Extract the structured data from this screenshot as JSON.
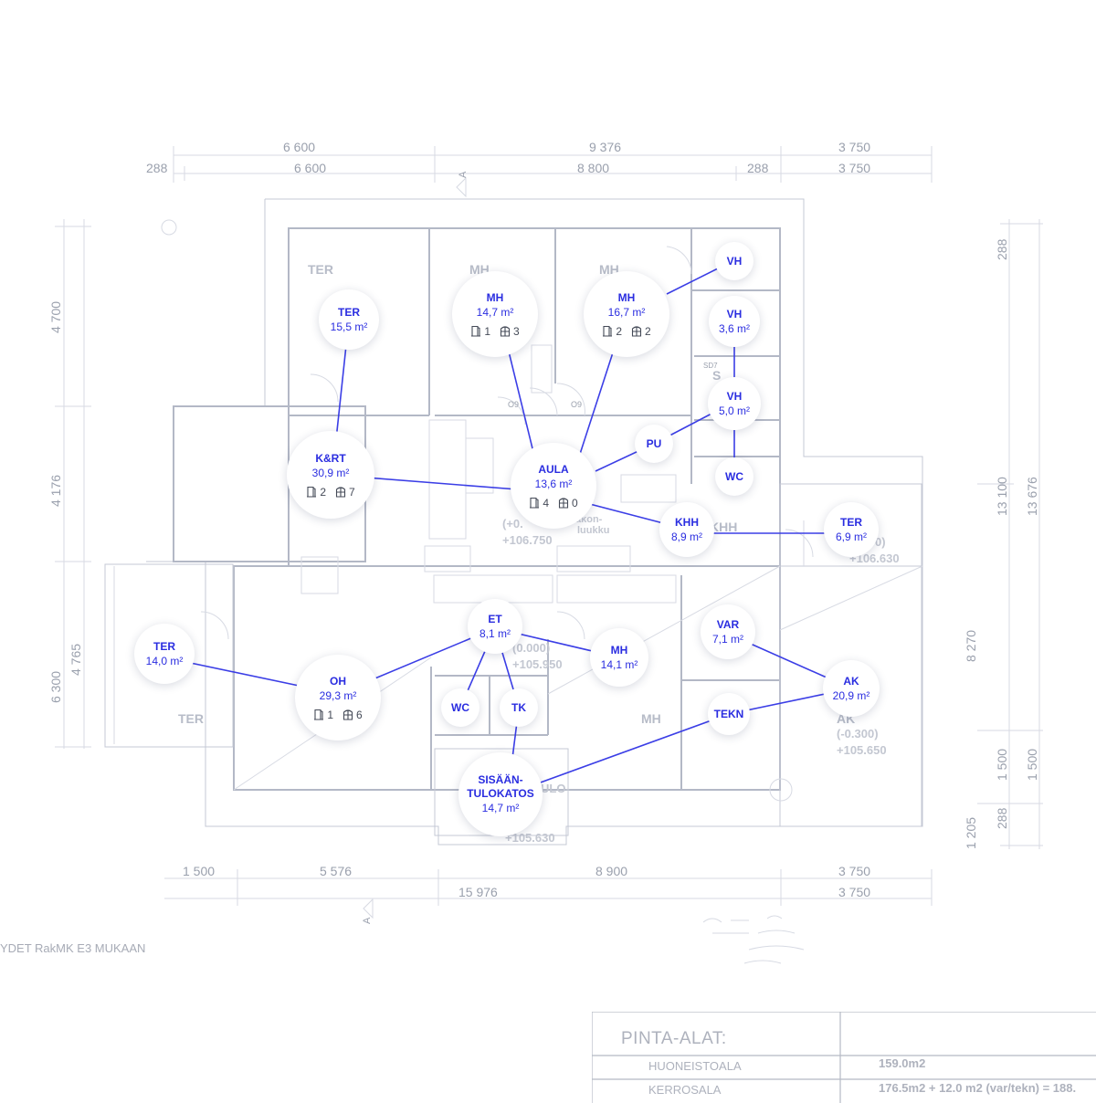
{
  "dimensions_top": {
    "row1": [
      "6 600",
      "9 376",
      "3 750"
    ],
    "row2": [
      "288",
      "6 600",
      "8 800",
      "288",
      "3 750"
    ]
  },
  "dimensions_bottom": {
    "row1": [
      "1 500",
      "5 576",
      "8 900",
      "3 750"
    ],
    "row2": [
      "15 976",
      "3 750"
    ]
  },
  "dimensions_left": [
    "4 700",
    "4 176",
    "4 765",
    "6 300"
  ],
  "dimensions_right": [
    "288",
    "13 100",
    "13 676",
    "8 270",
    "1 500",
    "1 500",
    "1 205",
    "288"
  ],
  "section_mark": "A",
  "plan_labels": {
    "ter_top": "TER",
    "mh1": "MH",
    "mh2": "MH",
    "ter_bottom": "TER",
    "mh_bottom": "MH",
    "khh": "KHH",
    "s": "S",
    "ak": "AK",
    "ak_level": "(-0.300)",
    "ak_elev": "+105.650",
    "aula_level": "(+0.",
    "aula_elev": "+106.750",
    "hatch_text": "akon-\nluukku",
    "et_level": "(0.000)",
    "et_elev": "+105.950",
    "ter_level": "0)",
    "ter_elev": "+106.630",
    "entry_text": "ULO-",
    "entry_elev": "+105.630",
    "sd7": "SD7",
    "o9a": "O9",
    "o9b": "O9"
  },
  "rooms": [
    {
      "id": "ter-1",
      "name": "TER",
      "area": "15,5 m²"
    },
    {
      "id": "mh-1",
      "name": "MH",
      "area": "14,7 m²",
      "doors": "1",
      "windows": "3"
    },
    {
      "id": "mh-2",
      "name": "MH",
      "area": "16,7 m²",
      "doors": "2",
      "windows": "2"
    },
    {
      "id": "vh-1",
      "name": "VH"
    },
    {
      "id": "vh-2",
      "name": "VH",
      "area": "3,6 m²"
    },
    {
      "id": "vh-3",
      "name": "VH",
      "area": "5,0 m²"
    },
    {
      "id": "pu",
      "name": "PU"
    },
    {
      "id": "wc-1",
      "name": "WC"
    },
    {
      "id": "krt",
      "name": "K&RT",
      "area": "30,9 m²",
      "doors": "2",
      "windows": "7"
    },
    {
      "id": "aula",
      "name": "AULA",
      "area": "13,6 m²",
      "doors": "4",
      "windows": "0"
    },
    {
      "id": "khh",
      "name": "KHH",
      "area": "8,9 m²"
    },
    {
      "id": "ter-2",
      "name": "TER",
      "area": "6,9 m²"
    },
    {
      "id": "et",
      "name": "ET",
      "area": "8,1 m²"
    },
    {
      "id": "var",
      "name": "VAR",
      "area": "7,1 m²"
    },
    {
      "id": "ter-3",
      "name": "TER",
      "area": "14,0 m²"
    },
    {
      "id": "oh",
      "name": "OH",
      "area": "29,3 m²",
      "doors": "1",
      "windows": "6"
    },
    {
      "id": "mh-3",
      "name": "MH",
      "area": "14,1 m²"
    },
    {
      "id": "ak",
      "name": "AK",
      "area": "20,9 m²"
    },
    {
      "id": "wc-2",
      "name": "WC"
    },
    {
      "id": "tk",
      "name": "TK"
    },
    {
      "id": "tekn",
      "name": "TEKN"
    },
    {
      "id": "sisaantulokatos",
      "name": "SISÄÄN-\nTULOKATOS",
      "area": "14,7 m²"
    }
  ],
  "table": {
    "title": "PINTA-ALAT:",
    "row1_label": "HUONEISTOALA",
    "row1_value": "159.0m2",
    "row2_label": "KERROSALA",
    "row2_value": "176.5m2 + 12.0 m2 (var/tekn) = 188."
  },
  "note": "YDET RakMK E3 MUKAAN",
  "colors": {
    "accent": "#2a2de0",
    "link": "#3b3ee6",
    "plan": "#c4c8d4"
  }
}
